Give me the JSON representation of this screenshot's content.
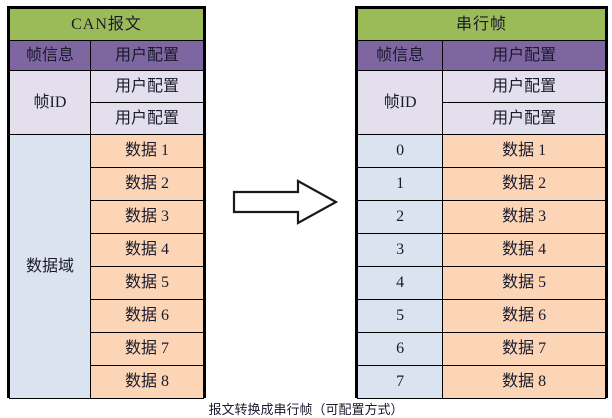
{
  "diagram": {
    "caption": "报文转换成串行帧（可配置方式）",
    "arrow": {
      "name": "right-block-arrow",
      "direction": "right",
      "fill": "#FFFFFF",
      "stroke": "#1A1A1A"
    },
    "colors": {
      "title_green": "#9BBB59",
      "header_purple": "#7E66A0",
      "lavender": "#E4DFEC",
      "light_blue": "#DCE3F0",
      "orange": "#FBD5B5",
      "border": "#000000",
      "text": "#1A1A2E"
    }
  },
  "left_table": {
    "title": "CAN报文",
    "header": {
      "left": "帧信息",
      "right": "用户配置"
    },
    "id_section": {
      "label": "帧ID",
      "values": [
        "用户配置",
        "用户配置"
      ]
    },
    "data_section": {
      "label": "数据域",
      "rows": [
        "数据 1",
        "数据 2",
        "数据 3",
        "数据 4",
        "数据 5",
        "数据 6",
        "数据 7",
        "数据 8"
      ]
    }
  },
  "right_table": {
    "title": "串行帧",
    "header": {
      "left": "帧信息",
      "right": "用户配置"
    },
    "id_section": {
      "label": "帧ID",
      "values": [
        "用户配置",
        "用户配置"
      ]
    },
    "data_section": {
      "indices": [
        "0",
        "1",
        "2",
        "3",
        "4",
        "5",
        "6",
        "7"
      ],
      "rows": [
        "数据 1",
        "数据 2",
        "数据 3",
        "数据 4",
        "数据 5",
        "数据 6",
        "数据 7",
        "数据 8"
      ]
    }
  }
}
